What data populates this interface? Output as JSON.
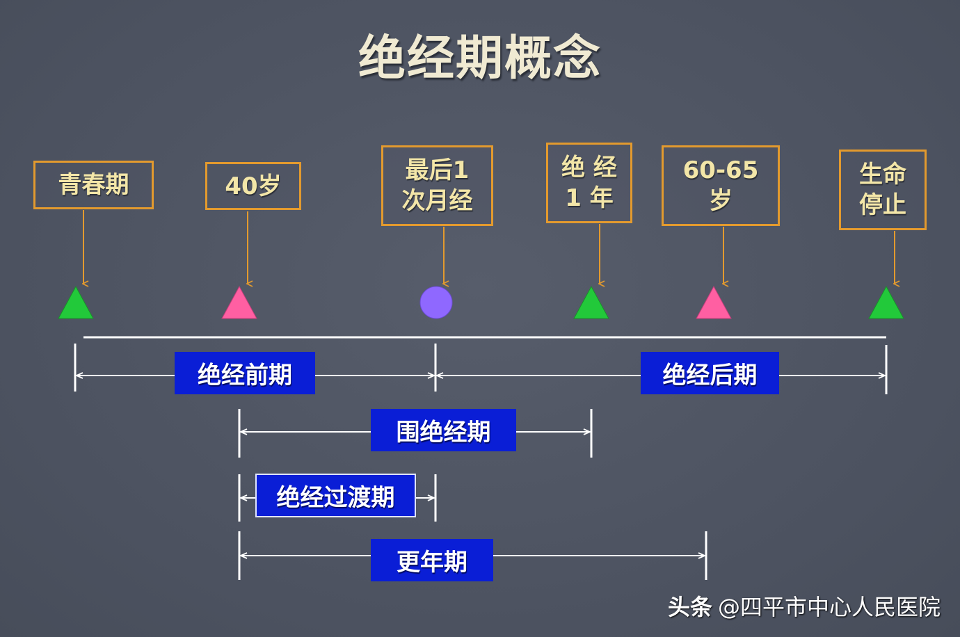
{
  "title": "绝经期概念",
  "colors": {
    "background": "#4e5462",
    "marker_border": "#e39a2e",
    "marker_text": "#f3e6a8",
    "arrow": "#e39a2e",
    "period_box": "#0a1ed6",
    "line": "#ffffff",
    "triangle_green": "#22c93a",
    "triangle_pink": "#ff5fa2",
    "circle_purple": "#8f68ff"
  },
  "markers": [
    {
      "id": "youth",
      "label": "青春期",
      "symbol": "triangle-green"
    },
    {
      "id": "age40",
      "label": "40岁",
      "symbol": "triangle-pink"
    },
    {
      "id": "last-menses",
      "label": "最后1\n次月经",
      "symbol": "circle-purple"
    },
    {
      "id": "one-year",
      "label": "绝 经\n1  年",
      "symbol": "triangle-green"
    },
    {
      "id": "age60-65",
      "label": "60-65\n岁",
      "symbol": "triangle-pink"
    },
    {
      "id": "life-end",
      "label": "生命\n停止",
      "symbol": "triangle-green"
    }
  ],
  "periods": {
    "premenopause": "绝经前期",
    "postmenopause": "绝经后期",
    "perimenopause": "围绝经期",
    "transition": "绝经过渡期",
    "climacteric": "更年期"
  },
  "watermark": {
    "brand": "头条",
    "account": "@四平市中心人民医院"
  }
}
